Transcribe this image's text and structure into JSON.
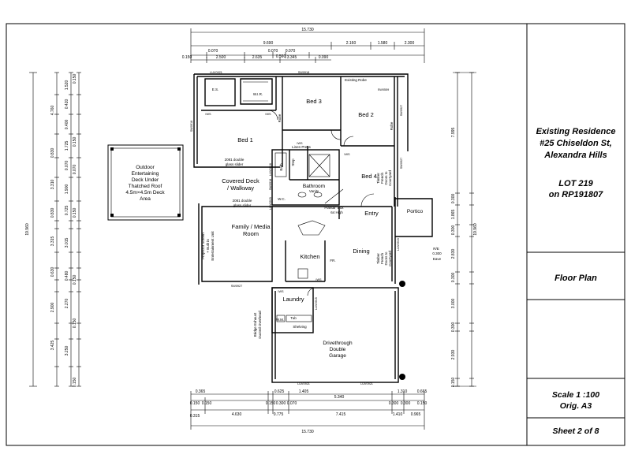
{
  "title_block": {
    "address_line1": "Existing Residence",
    "address_line2": "#25 Chiseldon St,",
    "address_line3": "Alexandra Hills",
    "lot_line1": "LOT 219",
    "lot_line2": "on RP191807",
    "drawing_title": "Floor Plan",
    "scale_line": "Scale 1 :100",
    "orig_line": "Orig. A3",
    "sheet_line": "Sheet 2 of 8"
  },
  "rooms": {
    "bed1": "Bed 1",
    "bed2": "Bed 2",
    "bed3": "Bed 3",
    "bed4": "Bed 4",
    "ensuite": "E.S.",
    "wir": "W.I.R.",
    "robe": "Robe",
    "robe2": "Robe",
    "existing_robe": "Existing Robe",
    "linen": "Linen Press",
    "bath": "Bath",
    "step": "Step",
    "bathroom": "Bathroom",
    "vanity": "Vanity",
    "wc": "W.C.",
    "covered_deck_1": "Covered Deck",
    "covered_deck_2": "/ Walkway",
    "family_1": "Family / Media",
    "family_2": "Room",
    "kitchen": "Kitchen",
    "fr": "FR.",
    "dining": "Dining",
    "entry": "Entry",
    "portico": "Portico",
    "laundry": "Laundry",
    "wm": "W.M.",
    "tub": "Tub",
    "shelving": "Shelving",
    "garage_1": "Drivethrough",
    "garage_2": "Double",
    "garage_3": "Garage",
    "deck_1": "Outdoor",
    "deck_2": "Entertaining",
    "deck_3": "Deck Under",
    "deck_4": "Thatched Roof",
    "deck_5": "4.5m×4.5m Deck",
    "deck_6": "Area",
    "plantar_1": "'Plantar' Box",
    "plantar_2": "64 High",
    "slider_1": "2081 double",
    "slider_2": "glass slider",
    "slider_3": "2081 double",
    "slider_4": "glass slider",
    "projector_1": "Projector Screen",
    "projector_2": "+ Built in",
    "projector_3": "Entertainment Unit",
    "timber_1": "Timber",
    "timber_2": "French",
    "timber_3": "Doors to",
    "timber_4": "Courtyard",
    "timber_5": "Timber",
    "timber_6": "French",
    "timber_7": "Doors to",
    "timber_8": "Courtyard",
    "eave": "Eave",
    "eave_dim": "0.300",
    "ridge": "R/E",
    "bridge_1": "Bridge Exhaust",
    "bridge_2": "Ducted Overhead",
    "ivs1": "IWS",
    "ivs2": "IWS",
    "ivs3": "IWS",
    "ivs4": "IWS",
    "ivs5": "IWS",
    "ivs6": "IWS",
    "win1": "LUV0921",
    "win2": "SW0918",
    "win3": "SW0559",
    "win4": "SW0927",
    "win5": "SW0918",
    "win6": "SW0918",
    "win7": "LUV0918",
    "win8": "SW0927",
    "win9": "LUV0915",
    "win10": "LUV0921",
    "win11": "LUV0921",
    "win12": "SW0927",
    "win13": "LUV0915",
    "win14": "LUV0915"
  },
  "dims_top": {
    "overall": "15.730",
    "row2": [
      "9.690",
      "2.160",
      "1.580",
      "2.300"
    ],
    "row3": [
      "0.070",
      "0.070",
      "0.560",
      "0.070"
    ],
    "row4": [
      "0.150",
      "2.500",
      "2.635",
      "3.345",
      "0.090"
    ]
  },
  "dims_bottom": {
    "row1": [
      "0.365",
      "0.625",
      "1.405",
      "1.310",
      "0.665"
    ],
    "row2": [
      "0.150",
      "0.150",
      "0.150",
      "0.300",
      "0.070",
      "5.340",
      "0.300",
      "0.300",
      "0.150"
    ],
    "row3": [
      "0.315",
      "4.630",
      "0.775",
      "7.415",
      "1.410",
      "0.965"
    ],
    "overall": "15.730"
  },
  "dims_left": {
    "overall": "19.960",
    "col2": [
      "4.760",
      "0.400",
      "0.830",
      "1.725",
      "3.310",
      "1.900",
      "0.725",
      "0.830",
      "3.315",
      "3.015",
      "0.630",
      "0.480",
      "2.900",
      "2.270",
      "3.425",
      "3.250"
    ],
    "col3": [
      "1.520",
      "0.420",
      "0.070",
      "0.150",
      "0.070",
      "0.150",
      "0.150",
      "0.150",
      "0.150",
      "0.150"
    ]
  },
  "dims_right": {
    "overall": "19.960",
    "col": [
      "7.995",
      "0.300",
      "1.865",
      "0.300",
      "2.830",
      "0.300",
      "3.000",
      "0.300",
      "2.930",
      "0.150"
    ]
  }
}
